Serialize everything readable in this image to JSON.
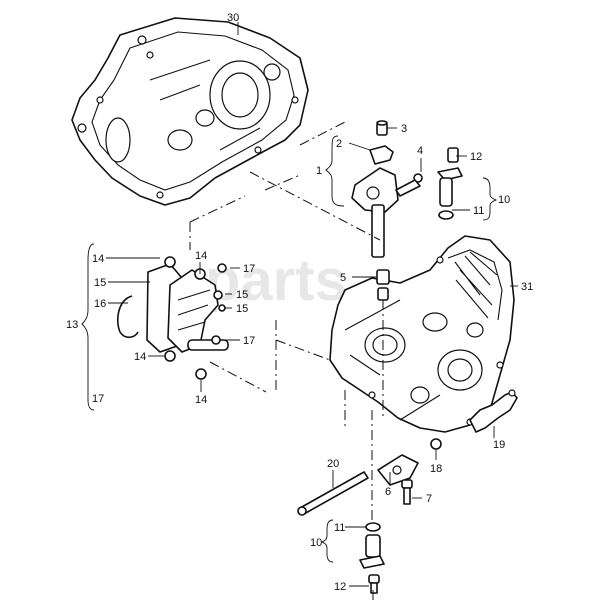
{
  "watermark": "parts",
  "callouts": [
    {
      "id": "c30",
      "text": "30"
    },
    {
      "id": "c3",
      "text": "3"
    },
    {
      "id": "c2",
      "text": "2"
    },
    {
      "id": "c1",
      "text": "1"
    },
    {
      "id": "c4",
      "text": "4"
    },
    {
      "id": "c12a",
      "text": "12"
    },
    {
      "id": "c10a",
      "text": "10"
    },
    {
      "id": "c11a",
      "text": "11"
    },
    {
      "id": "c14a",
      "text": "14"
    },
    {
      "id": "c14b",
      "text": "14"
    },
    {
      "id": "c17a",
      "text": "17"
    },
    {
      "id": "c15a",
      "text": "15"
    },
    {
      "id": "c15b",
      "text": "15"
    },
    {
      "id": "c15c",
      "text": "15"
    },
    {
      "id": "c16",
      "text": "16"
    },
    {
      "id": "c13",
      "text": "13"
    },
    {
      "id": "c14c",
      "text": "14"
    },
    {
      "id": "c17b",
      "text": "17"
    },
    {
      "id": "c14d",
      "text": "14"
    },
    {
      "id": "c17c",
      "text": "17"
    },
    {
      "id": "c5",
      "text": "5"
    },
    {
      "id": "c31",
      "text": "31"
    },
    {
      "id": "c19",
      "text": "19"
    },
    {
      "id": "c18",
      "text": "18"
    },
    {
      "id": "c20",
      "text": "20"
    },
    {
      "id": "c6",
      "text": "6"
    },
    {
      "id": "c7",
      "text": "7"
    },
    {
      "id": "c11b",
      "text": "11"
    },
    {
      "id": "c10b",
      "text": "10"
    },
    {
      "id": "c12b",
      "text": "12"
    }
  ]
}
